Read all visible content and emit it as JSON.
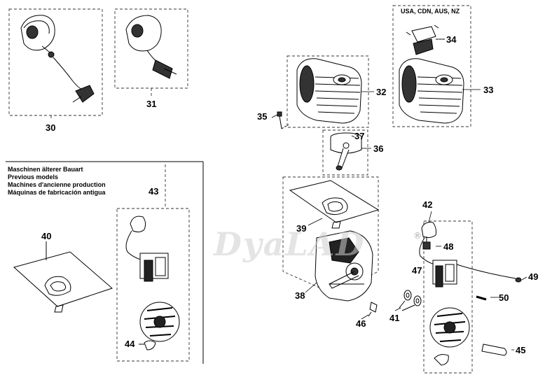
{
  "watermark": {
    "text": "DyaLAD",
    "registered": "®",
    "color": "#cfcfcf"
  },
  "regional_note": "USA, CDN, AUS, NZ",
  "legacy_note": {
    "de": "Maschinen älterer Bauart",
    "en": "Previous models",
    "fr": "Machines d'ancienne production",
    "es": "Máquinas de fabricación antigua"
  },
  "callouts": {
    "p30": "30",
    "p31": "31",
    "p32": "32",
    "p33": "33",
    "p34": "34",
    "p35": "35",
    "p36": "36",
    "p37": "37",
    "p38": "38",
    "p39": "39",
    "p40": "40",
    "p41": "41",
    "p42": "42",
    "p43": "43",
    "p44": "44",
    "p45": "45",
    "p46": "46",
    "p47": "47",
    "p48": "48",
    "p49": "49",
    "p50": "50"
  },
  "colors": {
    "line": "#000000",
    "dash": "#444444",
    "fill": "#ffffff",
    "dark": "#1a1a1a"
  }
}
